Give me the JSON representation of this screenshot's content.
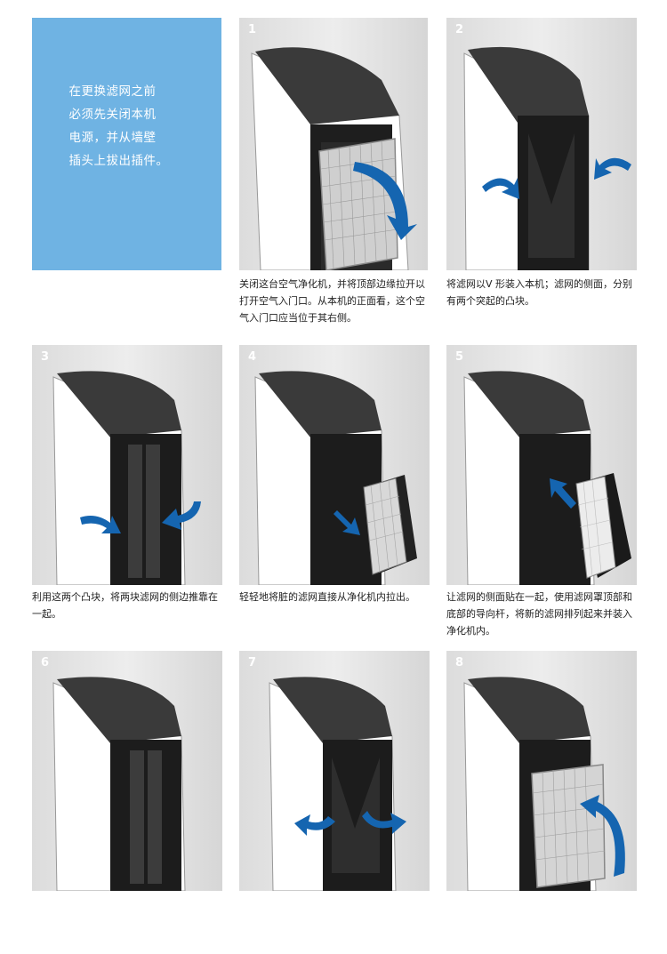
{
  "notice": {
    "lines": [
      "在更换滤网之前",
      "必须先关闭本机",
      "电源，并从墙壁",
      "插头上拔出插件。"
    ]
  },
  "steps": [
    {
      "number": "1",
      "caption": "关闭这台空气净化机，并将顶部边缘拉开以打开空气入门口。从本机的正面看，这个空气入门口应当位于其右侧。"
    },
    {
      "number": "2",
      "caption": "将滤网以V 形装入本机；滤网的侧面，分别有两个突起的凸块。"
    },
    {
      "number": "3",
      "caption": "利用这两个凸块，将两块滤网的侧边推靠在一起。"
    },
    {
      "number": "4",
      "caption": "轻轻地将脏的滤网直接从净化机内拉出。"
    },
    {
      "number": "5",
      "caption": "让滤网的侧面贴在一起，使用滤网罩顶部和底部的导向杆，将新的滤网排列起来并装入净化机内。"
    },
    {
      "number": "6",
      "caption": ""
    },
    {
      "number": "7",
      "caption": ""
    },
    {
      "number": "8",
      "caption": ""
    }
  ],
  "colors": {
    "notice_bg": "#6fb3e3",
    "arrow": "#1565b0",
    "unit_top": "#3a3a3a",
    "unit_body": "#ffffff"
  }
}
